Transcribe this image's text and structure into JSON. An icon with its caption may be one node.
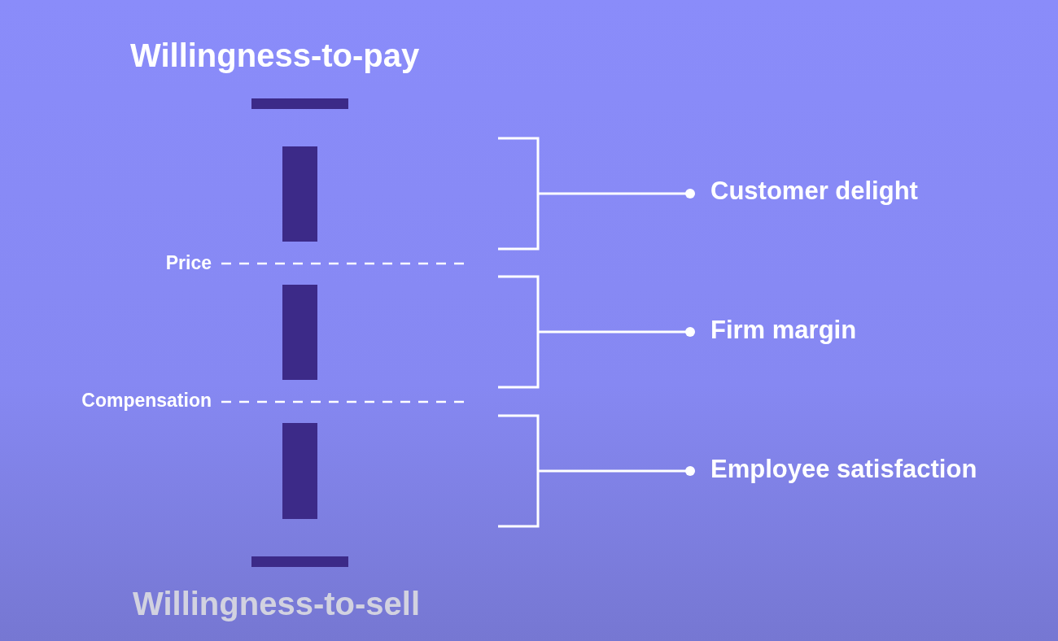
{
  "diagram": {
    "title": "Willingness-to-pay",
    "nodes": [
      {
        "text": [],
        "shape": "bracket"
      },
      {
        "text": [
          "Customer delight"
        ]
      },
      {
        "text": [],
        "shape": "bracket"
      },
      {
        "text": [
          "Firm margin"
        ]
      },
      {
        "text": [],
        "shape": "bracket"
      },
      {
        "text": [
          "Employee satisfaction"
        ]
      }
    ],
    "edges": [
      {
        "from": 0,
        "to": 1,
        "arrow": "other"
      },
      {
        "from": 2,
        "to": 3,
        "arrow": "other"
      },
      {
        "from": 4,
        "to": 5,
        "arrow": "other"
      }
    ],
    "labels": [
      "Price",
      "Compensation",
      "Willingness-to-sell"
    ]
  }
}
